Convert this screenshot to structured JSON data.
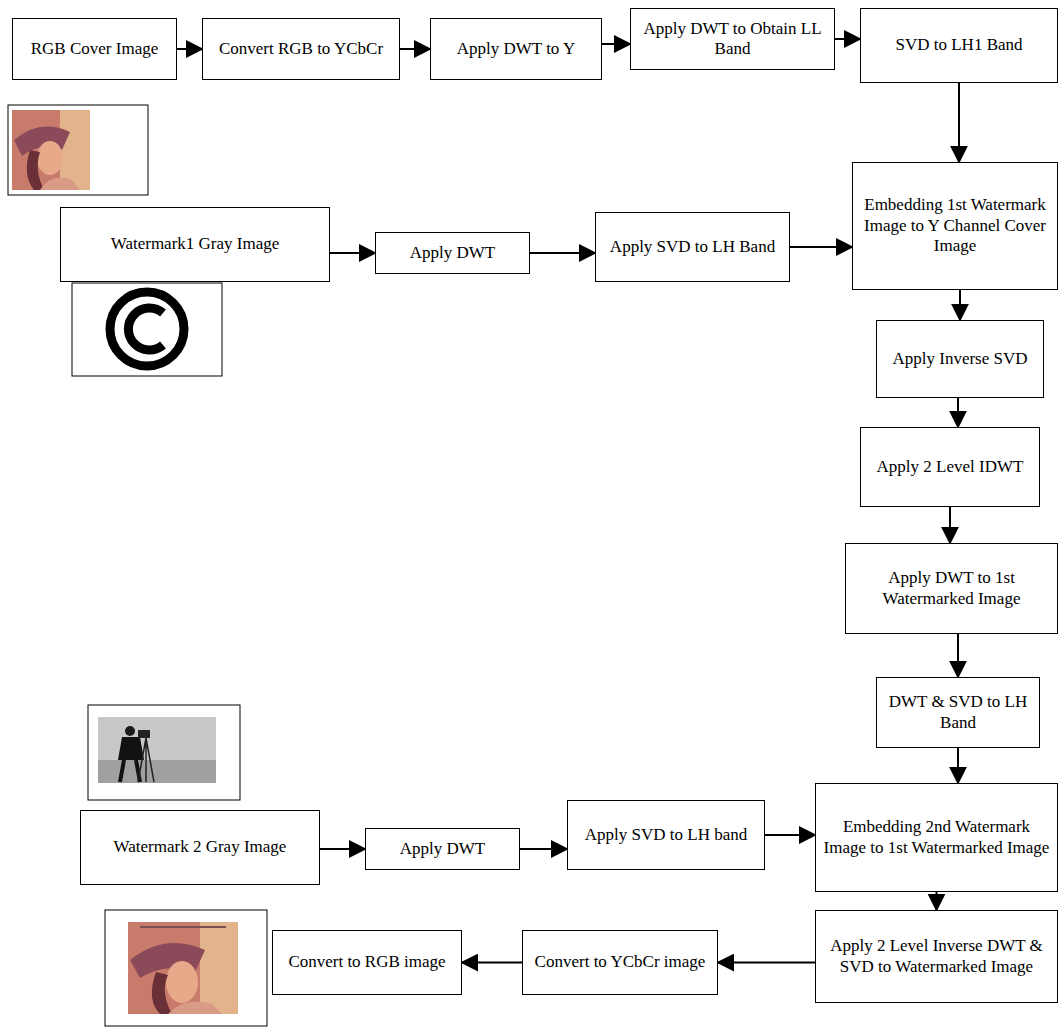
{
  "diagram": {
    "nodes": [
      {
        "text": [
          "RGB Cover Image"
        ]
      },
      {
        "text": [
          "Convert RGB to YCbCr"
        ]
      },
      {
        "text": [
          "Apply DWT to Y"
        ]
      },
      {
        "text": [
          "Apply DWT to Obtain LL Band"
        ]
      },
      {
        "text": [
          "SVD to LH1 Band"
        ]
      },
      {
        "text": [
          "Watermark1 Gray Image"
        ]
      },
      {
        "text": [
          "Apply DWT"
        ]
      },
      {
        "text": [
          "Apply SVD to LH Band"
        ]
      },
      {
        "text": [
          "Embedding 1st Watermark Image to Y Channel Cover Image"
        ]
      },
      {
        "text": [
          "Apply Inverse SVD"
        ]
      },
      {
        "text": [
          "Apply 2 Level IDWT"
        ]
      },
      {
        "text": [
          "Apply DWT to 1st Watermarked Image"
        ]
      },
      {
        "text": [
          "DWT & SVD to LH Band"
        ]
      },
      {
        "text": [
          "Watermark 2 Gray Image"
        ]
      },
      {
        "text": [
          "Apply DWT"
        ]
      },
      {
        "text": [
          "Apply SVD to LH band"
        ]
      },
      {
        "text": [
          "Embedding 2nd Watermark Image to 1st Watermarked Image"
        ]
      },
      {
        "text": [
          "Apply 2 Level Inverse DWT & SVD to Watermarked Image"
        ]
      },
      {
        "text": [
          "Convert to YCbCr image"
        ]
      },
      {
        "text": [
          "Convert to RGB image"
        ]
      }
    ],
    "edges": [
      {
        "from": 0,
        "to": 1,
        "arrow": "to"
      },
      {
        "from": 1,
        "to": 2,
        "arrow": "to"
      },
      {
        "from": 2,
        "to": 3,
        "arrow": "to"
      },
      {
        "from": 3,
        "to": 4,
        "arrow": "to"
      },
      {
        "from": 4,
        "to": 8,
        "arrow": "to"
      },
      {
        "from": 5,
        "to": 6,
        "arrow": "to"
      },
      {
        "from": 6,
        "to": 7,
        "arrow": "to"
      },
      {
        "from": 7,
        "to": 8,
        "arrow": "to"
      },
      {
        "from": 8,
        "to": 9,
        "arrow": "to"
      },
      {
        "from": 9,
        "to": 10,
        "arrow": "to"
      },
      {
        "from": 10,
        "to": 11,
        "arrow": "to"
      },
      {
        "from": 11,
        "to": 12,
        "arrow": "to"
      },
      {
        "from": 12,
        "to": 16,
        "arrow": "to"
      },
      {
        "from": 13,
        "to": 14,
        "arrow": "to"
      },
      {
        "from": 14,
        "to": 15,
        "arrow": "to"
      },
      {
        "from": 15,
        "to": 16,
        "arrow": "to"
      },
      {
        "from": 16,
        "to": 17,
        "arrow": "to"
      },
      {
        "from": 17,
        "to": 18,
        "arrow": "to"
      },
      {
        "from": 18,
        "to": 19,
        "arrow": "to"
      }
    ]
  }
}
